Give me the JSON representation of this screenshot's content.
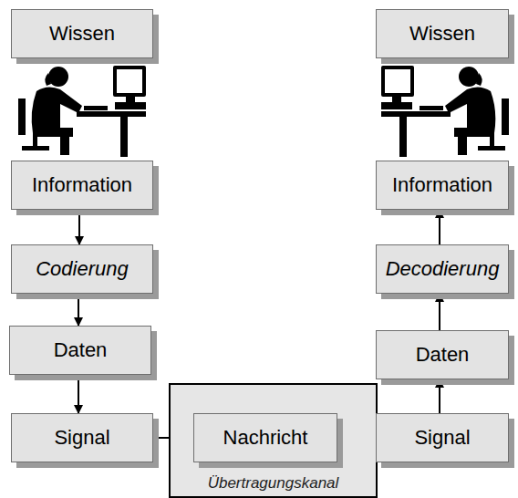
{
  "diagram": {
    "nodes": [
      {
        "text": [
          "Wissen"
        ]
      },
      {
        "text": [
          "Information"
        ]
      },
      {
        "text": [
          "Codierung"
        ]
      },
      {
        "text": [
          "Daten"
        ]
      },
      {
        "text": [
          "Signal"
        ]
      },
      {
        "text": [
          "Übertragungskanal"
        ]
      },
      {
        "text": [
          "Nachricht"
        ],
        "in": 5
      },
      {
        "text": [
          "Wissen"
        ]
      },
      {
        "text": [
          "Information"
        ]
      },
      {
        "text": [
          "Decodierung"
        ]
      },
      {
        "text": [
          "Daten"
        ]
      },
      {
        "text": [
          "Signal"
        ]
      }
    ],
    "edges": [
      {
        "from": 1,
        "to": 2,
        "arrow": "to"
      },
      {
        "from": 2,
        "to": 3,
        "arrow": "to"
      },
      {
        "from": 3,
        "to": 4,
        "arrow": "to"
      },
      {
        "from": 4,
        "to": 6,
        "arrow": "to"
      },
      {
        "from": 6,
        "to": 11,
        "arrow": "to"
      },
      {
        "from": 11,
        "to": 10,
        "arrow": "to"
      },
      {
        "from": 10,
        "to": 9,
        "arrow": "to"
      },
      {
        "from": 9,
        "to": 8,
        "arrow": "to"
      }
    ]
  }
}
